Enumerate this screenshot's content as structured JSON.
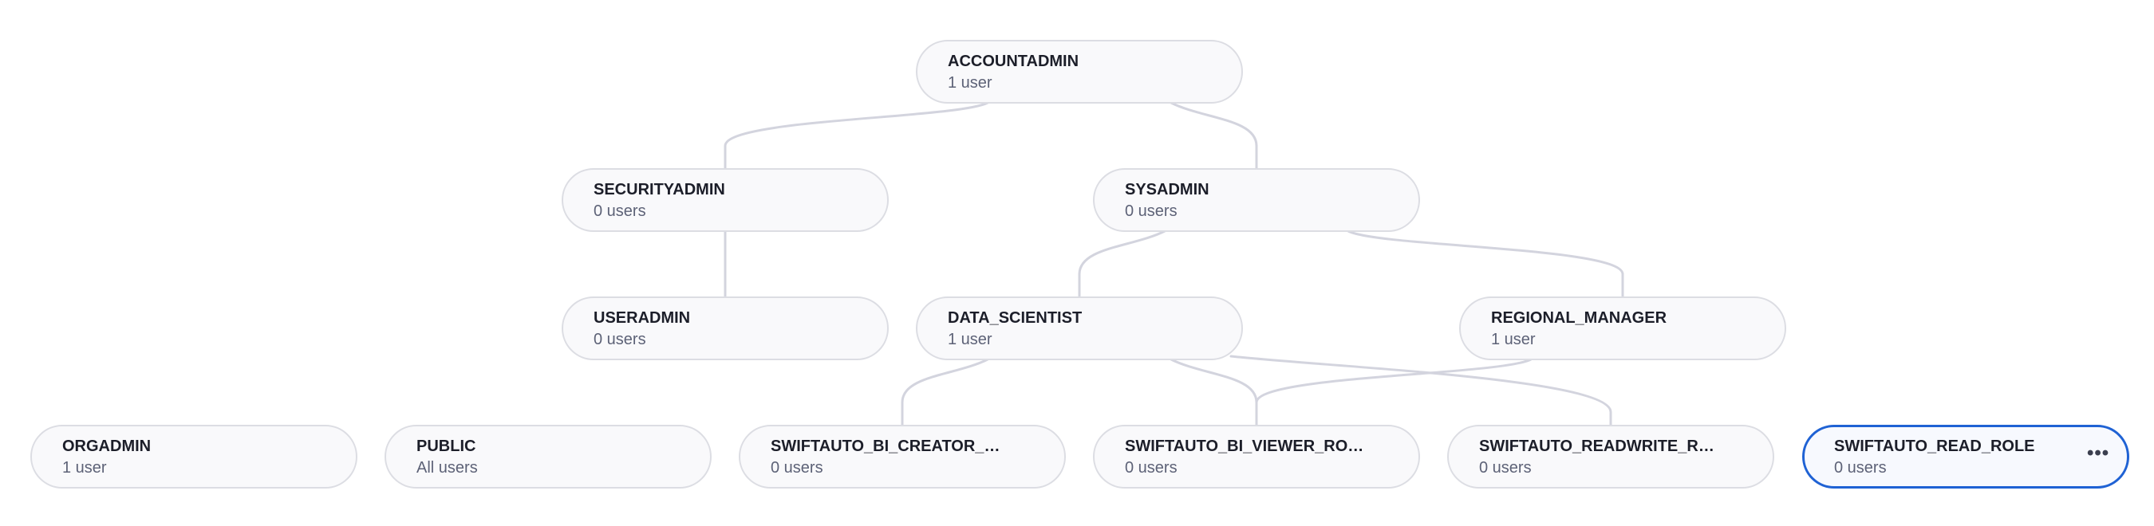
{
  "nodes": [
    {
      "id": "accountadmin",
      "name": "ACCOUNTADMIN",
      "users": "1 user"
    },
    {
      "id": "securityadmin",
      "name": "SECURITYADMIN",
      "users": "0 users"
    },
    {
      "id": "sysadmin",
      "name": "SYSADMIN",
      "users": "0 users"
    },
    {
      "id": "useradmin",
      "name": "USERADMIN",
      "users": "0 users"
    },
    {
      "id": "data_scientist",
      "name": "DATA_SCIENTIST",
      "users": "1 user"
    },
    {
      "id": "regional_manager",
      "name": "REGIONAL_MANAGER",
      "users": "1 user"
    },
    {
      "id": "orgadmin",
      "name": "ORGADMIN",
      "users": "1 user"
    },
    {
      "id": "public",
      "name": "PUBLIC",
      "users": "All users"
    },
    {
      "id": "bi_creator",
      "name": "SWIFTAUTO_BI_CREATOR_RO...",
      "users": "0 users"
    },
    {
      "id": "bi_viewer",
      "name": "SWIFTAUTO_BI_VIEWER_ROLE",
      "users": "0 users"
    },
    {
      "id": "readwrite",
      "name": "SWIFTAUTO_READWRITE_ROLE",
      "users": "0 users"
    },
    {
      "id": "read_role",
      "name": "SWIFTAUTO_READ_ROLE",
      "users": "0 users",
      "selected": true,
      "more_icon": "more-horizontal-icon",
      "more_label": "•••"
    }
  ],
  "edges": [
    [
      "accountadmin",
      "securityadmin"
    ],
    [
      "accountadmin",
      "sysadmin"
    ],
    [
      "securityadmin",
      "useradmin"
    ],
    [
      "sysadmin",
      "data_scientist"
    ],
    [
      "sysadmin",
      "regional_manager"
    ],
    [
      "data_scientist",
      "bi_creator"
    ],
    [
      "data_scientist",
      "bi_viewer"
    ],
    [
      "data_scientist",
      "readwrite"
    ],
    [
      "regional_manager",
      "bi_viewer"
    ]
  ],
  "colors": {
    "edge": "#d3d4de",
    "selected_border": "#1f62d4"
  }
}
